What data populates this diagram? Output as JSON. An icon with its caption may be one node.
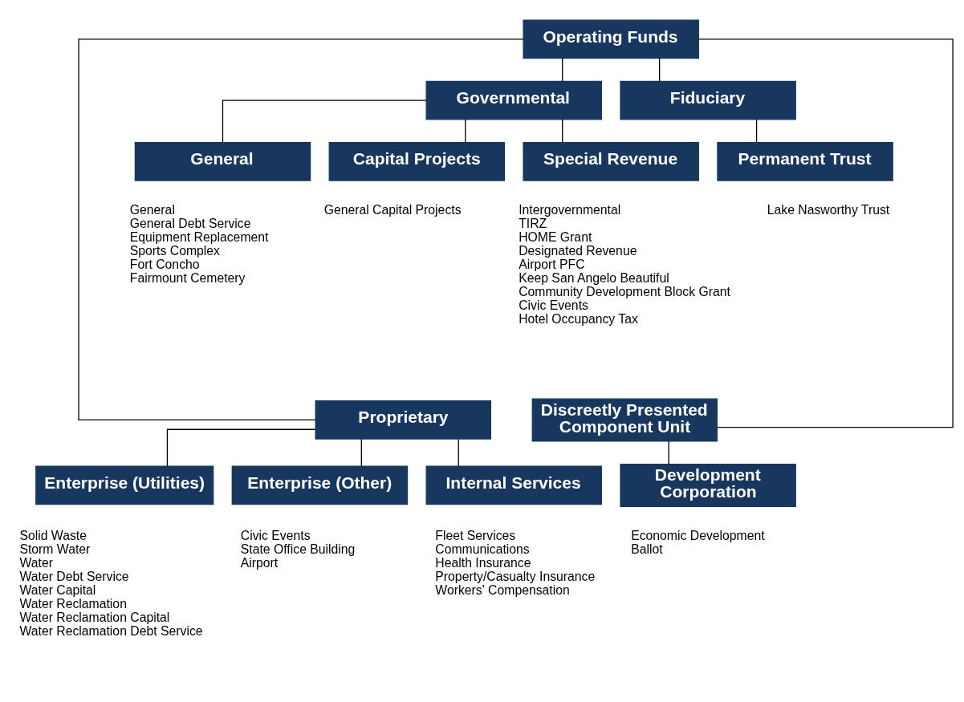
{
  "diagram": {
    "nodes": [
      {
        "text": [
          "Operating Funds"
        ]
      },
      {
        "text": [
          "Governmental"
        ]
      },
      {
        "text": [
          "General"
        ],
        "beside": [
          "General",
          "General Debt Service",
          "Equipment Replacement",
          "Sports Complex",
          "Fort Concho",
          "Fairmount Cemetery"
        ]
      },
      {
        "text": [
          "Capital Projects"
        ],
        "beside": [
          "General Capital Projects"
        ]
      },
      {
        "text": [
          "Special Revenue"
        ],
        "beside": [
          "Intergovernmental",
          "TIRZ",
          "HOME Grant",
          "Designated Revenue",
          "Airport PFC",
          "Keep San Angelo Beautiful",
          "Community Development Block Grant",
          "Civic Events",
          "Hotel Occupancy Tax"
        ]
      },
      {
        "text": [
          "Fiduciary"
        ]
      },
      {
        "text": [
          "Permanent Trust"
        ],
        "beside": [
          "Lake Nasworthy Trust"
        ]
      },
      {
        "text": [
          "Proprietary"
        ]
      },
      {
        "text": [
          "Enterprise (Utilities)"
        ],
        "beside": [
          "Solid Waste",
          "Storm Water",
          "Water",
          "Water Debt Service",
          "Water Capital",
          "Water Reclamation",
          "Water Reclamation Capital",
          "Water Reclamation Debt Service"
        ]
      },
      {
        "text": [
          "Enterprise (Other)"
        ],
        "beside": [
          "Civic Events",
          "State Office Building",
          "Airport"
        ]
      },
      {
        "text": [
          "Internal Services"
        ],
        "beside": [
          "Fleet Services",
          "Communications",
          "Health Insurance",
          "Property/Casualty Insurance",
          "Workers' Compensation"
        ]
      },
      {
        "text": [
          "Discreetly Presented Component Unit"
        ]
      },
      {
        "text": [
          "Development Corporation"
        ],
        "beside": [
          "Economic Development",
          "Ballot"
        ]
      }
    ],
    "edges": [
      {
        "from": 0,
        "to": 1,
        "arrow": "none"
      },
      {
        "from": 0,
        "to": 5,
        "arrow": "none"
      },
      {
        "from": 0,
        "to": 7,
        "arrow": "none"
      },
      {
        "from": 0,
        "to": 11,
        "arrow": "none"
      },
      {
        "from": 1,
        "to": 2,
        "arrow": "none"
      },
      {
        "from": 1,
        "to": 3,
        "arrow": "none"
      },
      {
        "from": 1,
        "to": 4,
        "arrow": "none"
      },
      {
        "from": 5,
        "to": 6,
        "arrow": "none"
      },
      {
        "from": 7,
        "to": 8,
        "arrow": "none"
      },
      {
        "from": 7,
        "to": 9,
        "arrow": "none"
      },
      {
        "from": 7,
        "to": 10,
        "arrow": "none"
      },
      {
        "from": 11,
        "to": 12,
        "arrow": "none"
      }
    ]
  }
}
